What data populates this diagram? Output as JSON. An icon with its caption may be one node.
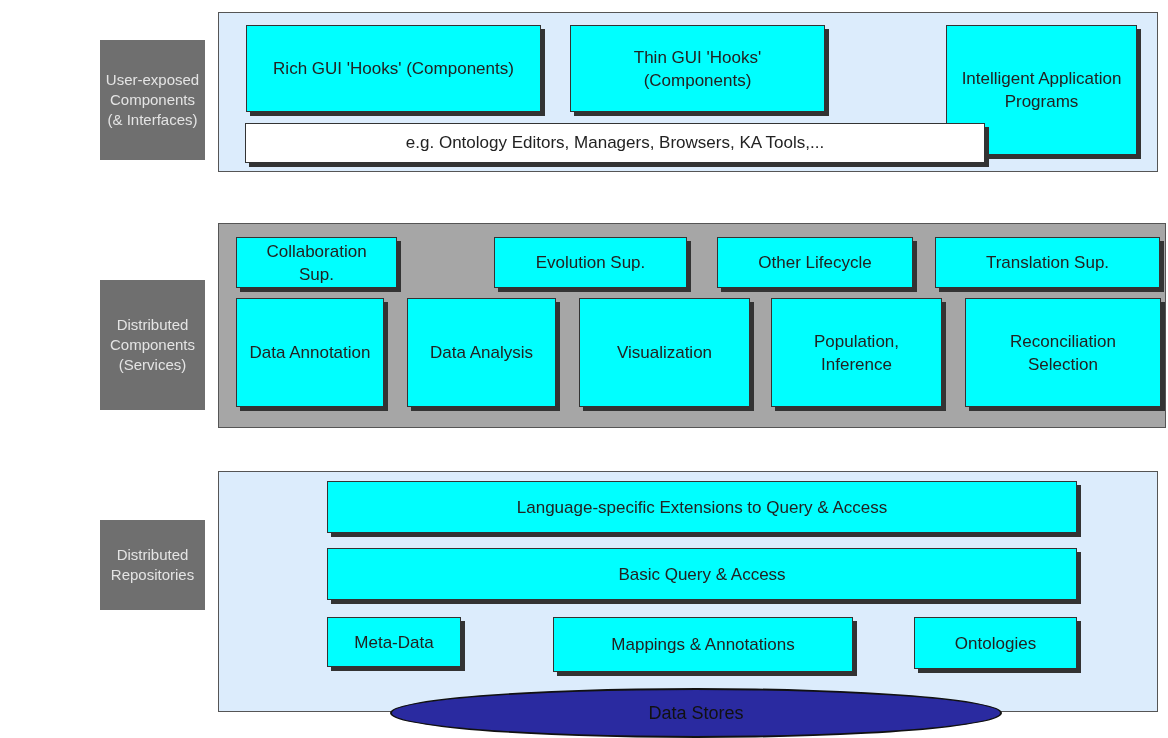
{
  "diagram": {
    "nodes": [
      {
        "text": [
          "User-exposed Components (& Interfaces)"
        ]
      },
      {
        "text": [],
        "shape": "box"
      },
      {
        "text": [
          "Rich GUI 'Hooks' (Components)"
        ],
        "in": 1
      },
      {
        "text": [
          "Thin GUI 'Hooks' (Components)"
        ],
        "in": 1
      },
      {
        "text": [
          "Intelligent Application Programs"
        ],
        "in": 1
      },
      {
        "text": [
          "e.g. Ontology Editors, Managers, Browsers, KA Tools,..."
        ],
        "in": 1
      },
      {
        "text": [
          "Distributed Components (Services)"
        ]
      },
      {
        "text": [],
        "shape": "box"
      },
      {
        "text": [
          "Collaboration Sup."
        ],
        "in": 7
      },
      {
        "text": [
          "Evolution Sup."
        ],
        "in": 7
      },
      {
        "text": [
          "Other Lifecycle"
        ],
        "in": 7
      },
      {
        "text": [
          "Translation Sup."
        ],
        "in": 7
      },
      {
        "text": [
          "Data Annotation"
        ],
        "in": 7
      },
      {
        "text": [
          "Data Analysis"
        ],
        "in": 7
      },
      {
        "text": [
          "Visualization"
        ],
        "in": 7
      },
      {
        "text": [
          "Population, Inference"
        ],
        "in": 7
      },
      {
        "text": [
          "Reconciliation Selection"
        ],
        "in": 7
      },
      {
        "text": [
          "Distributed Repositories"
        ]
      },
      {
        "text": [],
        "shape": "box"
      },
      {
        "text": [
          "Language-specific Extensions to Query & Access"
        ],
        "in": 18
      },
      {
        "text": [
          "Basic Query & Access"
        ],
        "in": 18
      },
      {
        "text": [
          "Meta-Data"
        ],
        "in": 18
      },
      {
        "text": [
          "Mappings & Annotations"
        ],
        "in": 18
      },
      {
        "text": [
          "Ontologies"
        ],
        "in": 18
      },
      {
        "text": [
          "Data Stores"
        ]
      }
    ]
  }
}
